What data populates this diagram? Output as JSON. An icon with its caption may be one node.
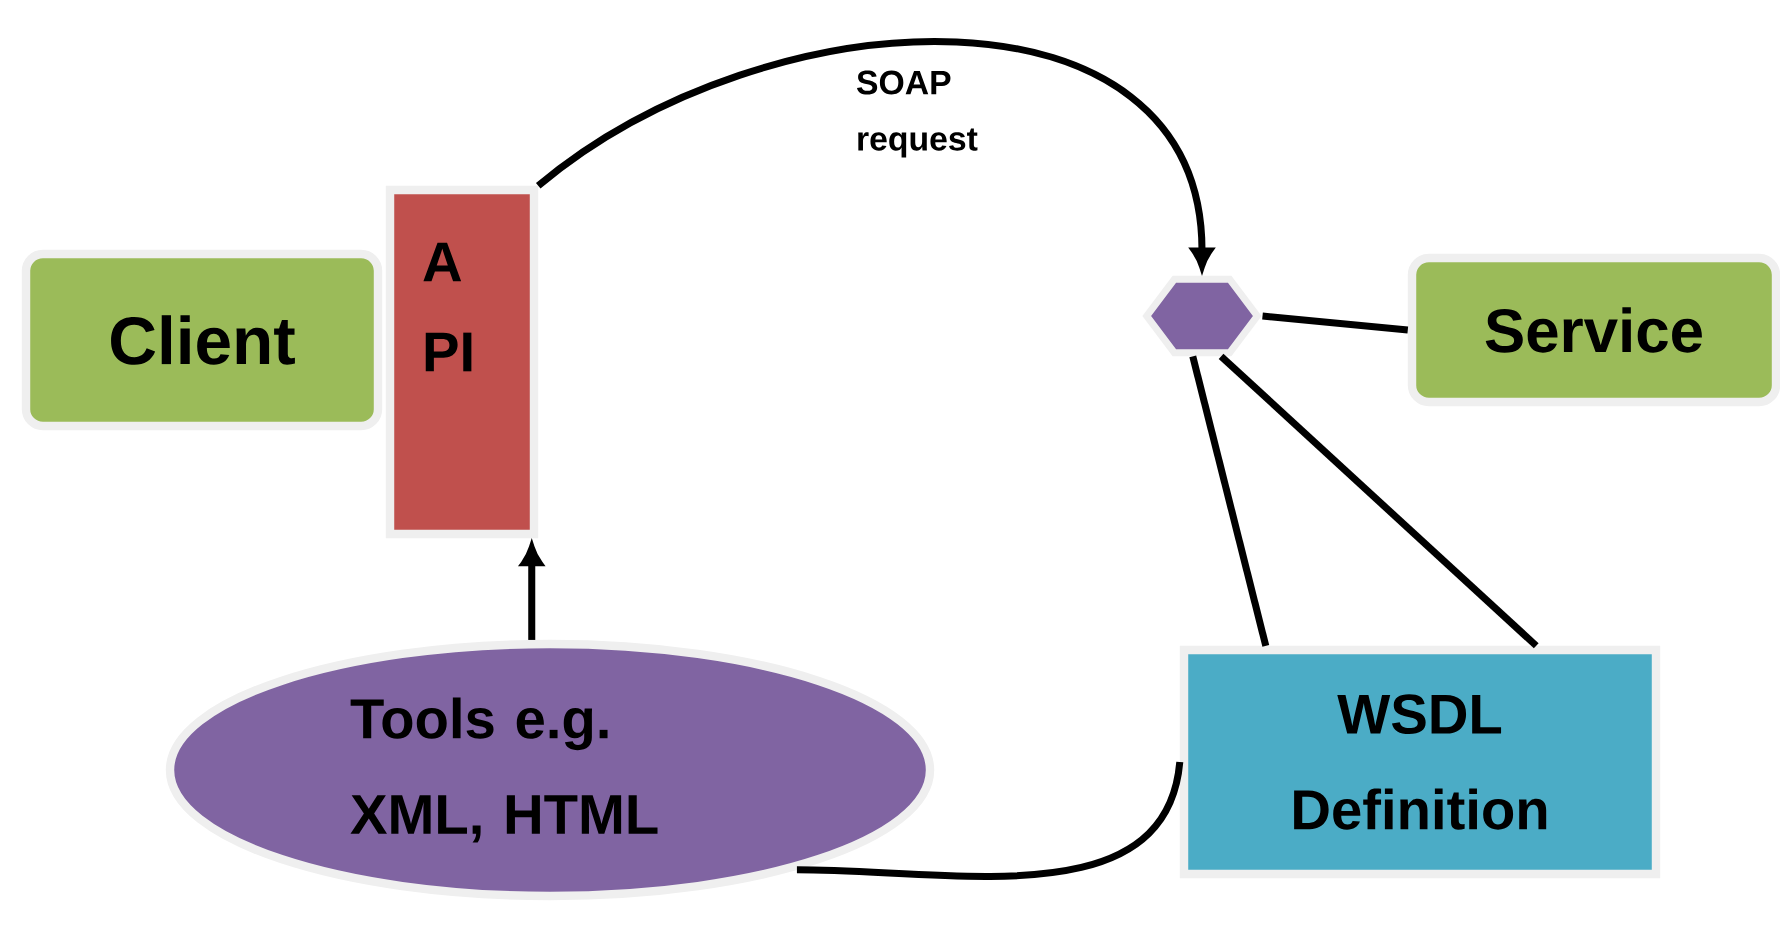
{
  "diagram": {
    "nodes": [
      {
        "text": [
          "Client"
        ]
      },
      {
        "text": [
          "A PI"
        ]
      },
      {
        "text": [],
        "shape": "hexagon"
      },
      {
        "text": [
          "Service"
        ]
      },
      {
        "text": [
          "Tools e.g. XML, HTML"
        ]
      },
      {
        "text": [
          "WSDL Definition"
        ]
      }
    ],
    "edges": [
      {
        "from": 1,
        "to": 2,
        "arrow": "to",
        "label": "SOAP request"
      },
      {
        "from": 2,
        "to": 3,
        "arrow": "none"
      },
      {
        "from": 5,
        "to": 2,
        "arrow": "none"
      },
      {
        "from": 5,
        "to": 2,
        "arrow": "none"
      },
      {
        "from": 4,
        "to": 1,
        "arrow": "to"
      },
      {
        "from": 4,
        "to": 5,
        "arrow": "none"
      }
    ]
  }
}
